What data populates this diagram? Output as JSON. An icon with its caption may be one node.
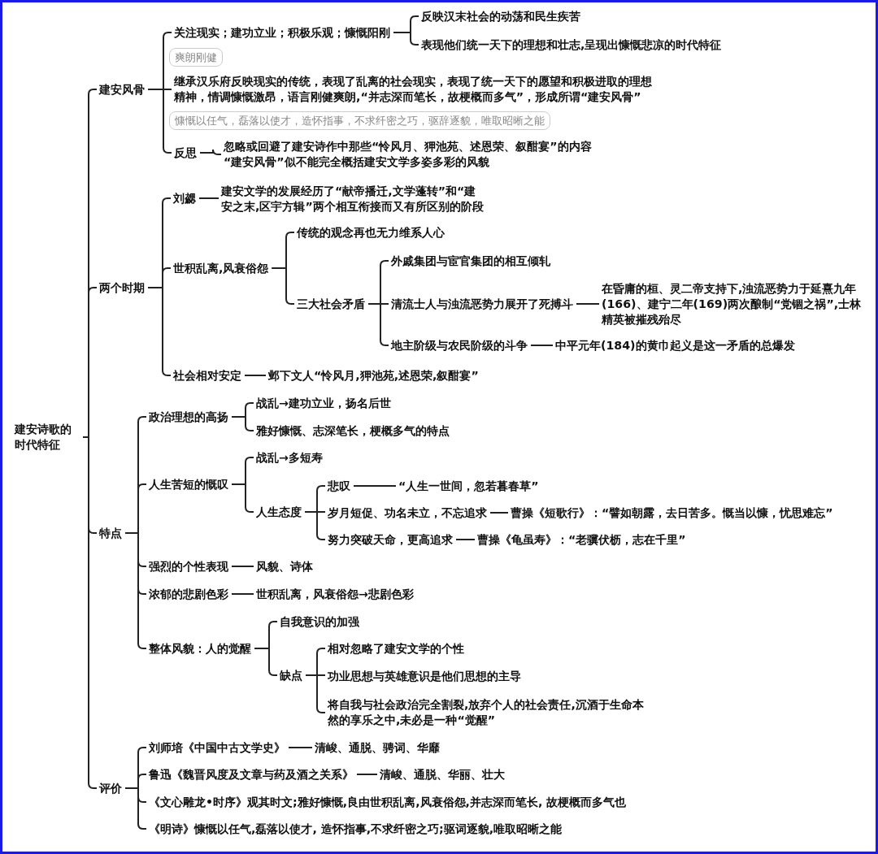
{
  "diagram": {
    "nodes": [
      {
        "text": [
          "建安诗歌的时代特征"
        ]
      },
      {
        "text": [
          "建安风骨"
        ]
      },
      {
        "text": [
          "关注现实；建功立业；积极乐观；慷慨阳刚"
        ]
      },
      {
        "text": [
          "反映汉末社会的动荡和民生疾苦"
        ]
      },
      {
        "text": [
          "表现他们统一天下的理想和壮志,呈现出慷慨悲凉的时代特征"
        ]
      },
      {
        "text": [
          "爽朗刚健"
        ]
      },
      {
        "text": [
          "继承汉乐府反映现实的传统，表现了乱离的社会现实，表现了统一天下的愿望和积极进取的理想精神，情调慷慨激昂，语言刚健爽朗,“并志深而笔长，故梗概而多气”，形成所谓“建安风骨”"
        ]
      },
      {
        "text": [
          "慷慨以任气，磊落以使才，造怀指事，不求纤密之巧，驱辞逐貌，唯取昭晰之能"
        ]
      },
      {
        "text": [
          "反思"
        ]
      },
      {
        "text": [
          "忽略或回避了建安诗作中那些“怜风月、狎池苑、述恩荣、叙酣宴”的内容 “建安风骨”似不能完全概括建安文学多姿多彩的风貌"
        ]
      },
      {
        "text": [
          "两个时期"
        ]
      },
      {
        "text": [
          "刘勰"
        ]
      },
      {
        "text": [
          "建安文学的发展经历了“献帝播迁,文学蓬转”和“建安之末,区宇方辑”两个相互衔接而又有所区别的阶段"
        ]
      },
      {
        "text": [
          "世积乱离,风衰俗怨"
        ]
      },
      {
        "text": [
          "传统的观念再也无力维系人心"
        ]
      },
      {
        "text": [
          "三大社会矛盾"
        ]
      },
      {
        "text": [
          "外戚集团与宦官集团的相互倾轧"
        ]
      },
      {
        "text": [
          "清流士人与浊流恶势力展开了死搏斗"
        ]
      },
      {
        "text": [
          "在昏庸的桓、灵二帝支持下,浊流恶势力于延熹九年(166)、建宁二年(169)两次酿制“党锢之祸”,士林精英被摧残殆尽"
        ]
      },
      {
        "text": [
          "地主阶级与农民阶级的斗争"
        ]
      },
      {
        "text": [
          "中平元年(184)的黄巾起义是这一矛盾的总爆发"
        ]
      },
      {
        "text": [
          "社会相对安定"
        ]
      },
      {
        "text": [
          "邺下文人“怜风月,狎池苑,述恩荣,叙酣宴”"
        ]
      },
      {
        "text": [
          "特点"
        ]
      },
      {
        "text": [
          "政治理想的高扬"
        ]
      },
      {
        "text": [
          "战乱→建功立业，扬名后世"
        ]
      },
      {
        "text": [
          "雅好慷慨、志深笔长，梗概多气的特点"
        ]
      },
      {
        "text": [
          "人生苦短的慨叹"
        ]
      },
      {
        "text": [
          "战乱→多短寿"
        ]
      },
      {
        "text": [
          "人生态度"
        ]
      },
      {
        "text": [
          "悲叹"
        ]
      },
      {
        "text": [
          "“人生一世间，忽若暮春草”"
        ]
      },
      {
        "text": [
          "岁月短促、功名未立，不忘追求"
        ]
      },
      {
        "text": [
          "曹操《短歌行》：“譬如朝露，去日苦多。慨当以慷，忧思难忘”"
        ]
      },
      {
        "text": [
          "努力突破天命，更高追求"
        ]
      },
      {
        "text": [
          "曹操《龟虽寿》：“老骥伏枥，志在千里”"
        ]
      },
      {
        "text": [
          "强烈的个性表现"
        ]
      },
      {
        "text": [
          "风貌、诗体"
        ]
      },
      {
        "text": [
          "浓郁的悲剧色彩"
        ]
      },
      {
        "text": [
          "世积乱离，风衰俗怨→悲剧色彩"
        ]
      },
      {
        "text": [
          "整体风貌：人的觉醒"
        ]
      },
      {
        "text": [
          "自我意识的加强"
        ]
      },
      {
        "text": [
          "缺点"
        ]
      },
      {
        "text": [
          "相对忽略了建安文学的个性"
        ]
      },
      {
        "text": [
          "功业思想与英雄意识是他们思想的主导"
        ]
      },
      {
        "text": [
          "将自我与社会政治完全割裂,放弃个人的社会责任,沉酒于生命本然的享乐之中,未必是一种“觉醒”"
        ]
      },
      {
        "text": [
          "评价"
        ]
      },
      {
        "text": [
          "刘师培《中国中古文学史》"
        ]
      },
      {
        "text": [
          "清峻、通脱、骋词、华靡"
        ]
      },
      {
        "text": [
          "鲁迅《魏晋风度及文章与药及酒之关系》"
        ]
      },
      {
        "text": [
          "清峻、通脱、华丽、壮大"
        ]
      },
      {
        "text": [
          "《文心雕龙•时序》观其时文;雅好慷慨,良由世积乱离,风衰俗怨,并志深而笔长, 故梗概而多气也"
        ]
      },
      {
        "text": [
          "《明诗》慷慨以任气,磊落以使才, 造怀指事,不求纤密之巧;驱词逐貌,唯取昭晰之能"
        ]
      }
    ],
    "edges": [
      {
        "from": 0,
        "to": 1,
        "arrow": "none"
      },
      {
        "from": 0,
        "to": 10,
        "arrow": "none"
      },
      {
        "from": 0,
        "to": 23,
        "arrow": "none"
      },
      {
        "from": 0,
        "to": 46,
        "arrow": "none"
      },
      {
        "from": 1,
        "to": 2,
        "arrow": "none"
      },
      {
        "from": 1,
        "to": 6,
        "arrow": "none"
      },
      {
        "from": 1,
        "to": 8,
        "arrow": "none"
      },
      {
        "from": 2,
        "to": 3,
        "arrow": "none"
      },
      {
        "from": 2,
        "to": 4,
        "arrow": "none"
      },
      {
        "from": 8,
        "to": 9,
        "arrow": "none"
      },
      {
        "from": 10,
        "to": 11,
        "arrow": "none"
      },
      {
        "from": 10,
        "to": 13,
        "arrow": "none"
      },
      {
        "from": 10,
        "to": 21,
        "arrow": "none"
      },
      {
        "from": 11,
        "to": 12,
        "arrow": "none"
      },
      {
        "from": 13,
        "to": 14,
        "arrow": "none"
      },
      {
        "from": 13,
        "to": 15,
        "arrow": "none"
      },
      {
        "from": 15,
        "to": 16,
        "arrow": "none"
      },
      {
        "from": 15,
        "to": 17,
        "arrow": "none"
      },
      {
        "from": 15,
        "to": 19,
        "arrow": "none"
      },
      {
        "from": 17,
        "to": 18,
        "arrow": "none"
      },
      {
        "from": 19,
        "to": 20,
        "arrow": "none"
      },
      {
        "from": 21,
        "to": 22,
        "arrow": "none"
      },
      {
        "from": 23,
        "to": 24,
        "arrow": "none"
      },
      {
        "from": 23,
        "to": 27,
        "arrow": "none"
      },
      {
        "from": 23,
        "to": 36,
        "arrow": "none"
      },
      {
        "from": 23,
        "to": 38,
        "arrow": "none"
      },
      {
        "from": 23,
        "to": 40,
        "arrow": "none"
      },
      {
        "from": 24,
        "to": 25,
        "arrow": "none"
      },
      {
        "from": 24,
        "to": 26,
        "arrow": "none"
      },
      {
        "from": 27,
        "to": 28,
        "arrow": "none"
      },
      {
        "from": 27,
        "to": 29,
        "arrow": "none"
      },
      {
        "from": 29,
        "to": 30,
        "arrow": "none"
      },
      {
        "from": 29,
        "to": 32,
        "arrow": "none"
      },
      {
        "from": 29,
        "to": 34,
        "arrow": "none"
      },
      {
        "from": 30,
        "to": 31,
        "arrow": "none"
      },
      {
        "from": 32,
        "to": 33,
        "arrow": "none"
      },
      {
        "from": 34,
        "to": 35,
        "arrow": "none"
      },
      {
        "from": 36,
        "to": 37,
        "arrow": "none"
      },
      {
        "from": 38,
        "to": 39,
        "arrow": "none"
      },
      {
        "from": 40,
        "to": 41,
        "arrow": "none"
      },
      {
        "from": 40,
        "to": 42,
        "arrow": "none"
      },
      {
        "from": 42,
        "to": 43,
        "arrow": "none"
      },
      {
        "from": 42,
        "to": 44,
        "arrow": "none"
      },
      {
        "from": 42,
        "to": 45,
        "arrow": "none"
      },
      {
        "from": 46,
        "to": 47,
        "arrow": "none"
      },
      {
        "from": 46,
        "to": 49,
        "arrow": "none"
      },
      {
        "from": 46,
        "to": 51,
        "arrow": "none"
      },
      {
        "from": 46,
        "to": 52,
        "arrow": "none"
      },
      {
        "from": 47,
        "to": 48,
        "arrow": "none"
      },
      {
        "from": 49,
        "to": 50,
        "arrow": "none"
      }
    ]
  }
}
